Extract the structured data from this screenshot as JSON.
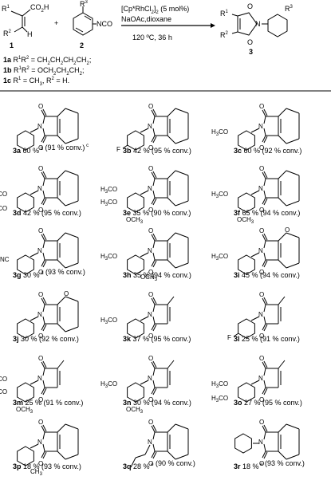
{
  "scheme": {
    "reagent1": {
      "r1": "R",
      "r1_sup": "1",
      "acid": "CO",
      "acid_sub": "2",
      "acid_h": "H",
      "r2": "R",
      "r2_sup": "2",
      "h": "H",
      "label": "1"
    },
    "reagent2": {
      "r3": "R",
      "r3_sup": "3",
      "nco": "NCO",
      "label": "2"
    },
    "plus": "+",
    "conditions": {
      "catalyst": "[Cp*RhCl",
      "catalyst_sub": "2",
      "catalyst_end": "]",
      "catalyst_sub2": "2",
      "catalyst_load": " (5 mol%)",
      "base_solvent": "NaOAc,dioxane",
      "temp_time": "120 ºC, 36 h"
    },
    "product": {
      "r1": "R",
      "r1_sup": "1",
      "r2": "R",
      "r2_sup": "2",
      "r3": "R",
      "r3_sup": "3",
      "n": "N",
      "label": "3"
    },
    "definitions": [
      {
        "id": "1a",
        "text": " R",
        "a": "1",
        "mid": "R",
        "b": "2",
        "rest": " = CH",
        "s1": "2",
        "r2": "CH",
        "s2": "2",
        "r3": "CH",
        "s3": "2",
        "r4": "CH",
        "s4": "2",
        "end": ";"
      },
      {
        "id": "1b",
        "text": " R",
        "a": "1",
        "mid": "R",
        "b": "2",
        "rest": " = OCH",
        "s1": "2",
        "r2": "CH",
        "s2": "2",
        "r3": "CH",
        "s3": "2",
        "r4": "",
        "s4": "",
        "end": ";"
      },
      {
        "id": "1c",
        "text": " R",
        "a": "1",
        "mid": "",
        "b": "",
        "rest": " = CH",
        "s1": "3",
        "r2": ", R",
        "s2": "2",
        "r3": " = H.",
        "s3": "",
        "r4": "",
        "s4": "",
        "end": ""
      }
    ]
  },
  "compounds": [
    {
      "id": "3a",
      "yield": "60 %",
      "sup": "b",
      "conv": " (91 % conv.)",
      "sup2": "c"
    },
    {
      "id": "3b",
      "yield": "42 %",
      "sup": "",
      "conv": " (95 % conv.)",
      "sup2": ""
    },
    {
      "id": "3c",
      "yield": "60 %",
      "sup": "",
      "conv": " (92 % conv.)",
      "sup2": ""
    },
    {
      "id": "3d",
      "yield": "42 %",
      "sup": "",
      "conv": " (95 % conv.)",
      "sup2": ""
    },
    {
      "id": "3e",
      "yield": "35 %",
      "sup": "",
      "conv": " (90 % conv.)",
      "sup2": ""
    },
    {
      "id": "3f",
      "yield": "65 %",
      "sup": "",
      "conv": " (94 % conv.)",
      "sup2": ""
    },
    {
      "id": "3g",
      "yield": "30 %",
      "sup": "d",
      "conv": " (93 % conv.)",
      "sup2": ""
    },
    {
      "id": "3h",
      "yield": "35 %",
      "sup": "",
      "conv": " (94 % conv.)",
      "sup2": ""
    },
    {
      "id": "3i",
      "yield": "45 %",
      "sup": "",
      "conv": " (94 % conv.)",
      "sup2": ""
    },
    {
      "id": "3j",
      "yield": "30 %",
      "sup": "",
      "conv": " (92 % conv.)",
      "sup2": ""
    },
    {
      "id": "3k",
      "yield": "37 %",
      "sup": "",
      "conv": " (95 % conv.)",
      "sup2": ""
    },
    {
      "id": "3l",
      "yield": "25 %",
      "sup": "",
      "conv": " (91 % conv.)",
      "sup2": ""
    },
    {
      "id": "3m",
      "yield": "25 %",
      "sup": "",
      "conv": " (91 % conv.)",
      "sup2": ""
    },
    {
      "id": "3n",
      "yield": "30 %",
      "sup": "",
      "conv": " (94 % conv.)",
      "sup2": ""
    },
    {
      "id": "3o",
      "yield": "27 %",
      "sup": "",
      "conv": " (95 % conv.)",
      "sup2": ""
    },
    {
      "id": "3p",
      "yield": "18 %",
      "sup": "",
      "conv": " (93 % conv.)",
      "sup2": ""
    },
    {
      "id": "3q",
      "yield": "28 %",
      "sup": "e",
      "conv": " (90 % conv.)",
      "sup2": ""
    },
    {
      "id": "3r",
      "yield": "18 %",
      "sup": "e",
      "conv": " (93 % conv.)",
      "sup2": ""
    }
  ],
  "atoms": {
    "O": "O",
    "N": "N",
    "F": "F",
    "H3CO": "H",
    "H3CO_sub": "3",
    "H3CO_end": "CO",
    "OCH3": "OCH",
    "OCH3_sub": "3",
    "NC": "NC",
    "CH3": "CH",
    "CH3_sub": "3"
  }
}
